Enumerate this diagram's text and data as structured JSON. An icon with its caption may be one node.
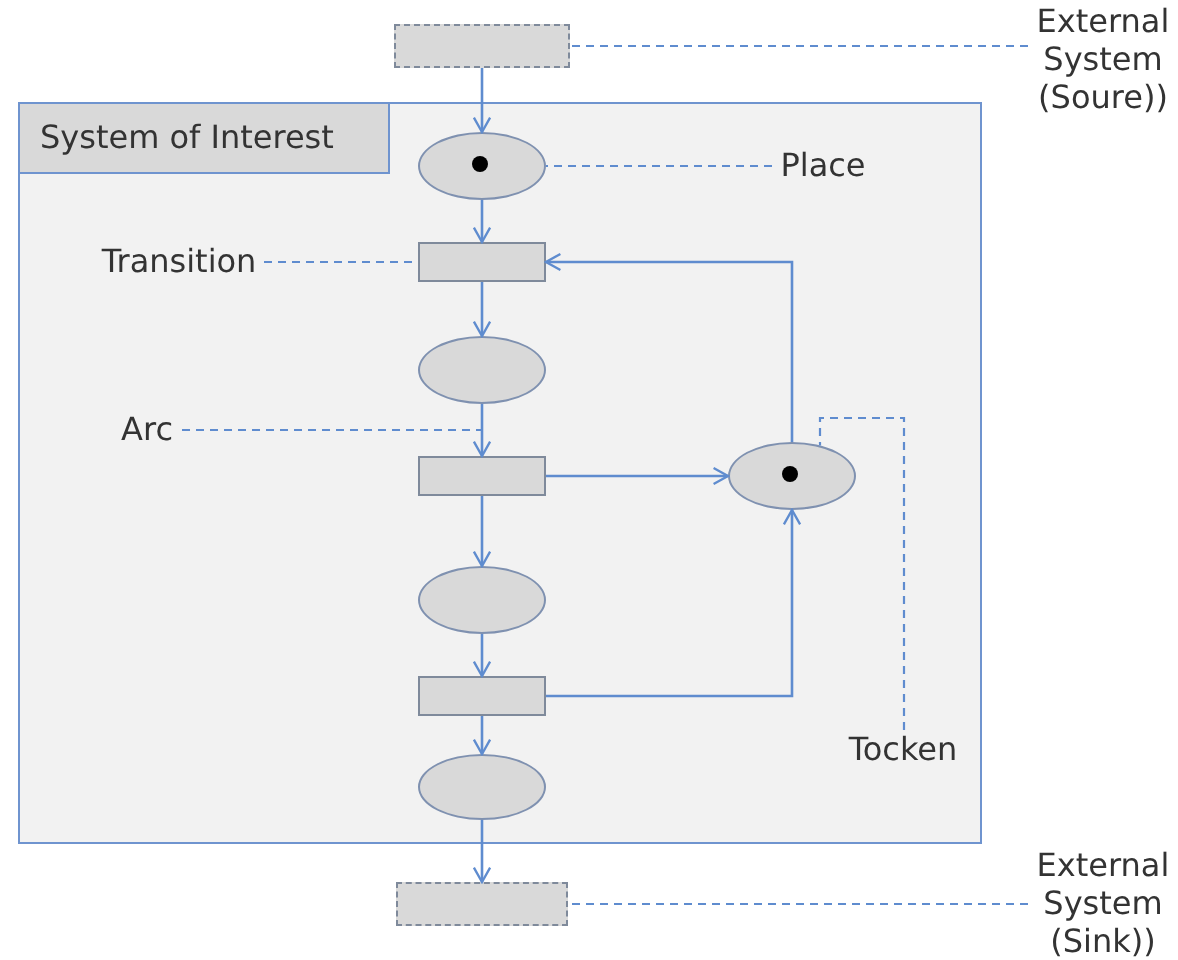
{
  "diagram": {
    "nodes": [
      {
        "text": [],
        "shape": "box"
      },
      {
        "text": [
          "External System (Soure))"
        ]
      },
      {
        "text": [
          "System of Interest"
        ]
      },
      {
        "text": [],
        "shape": "ellipse",
        "in": 2
      },
      {
        "text": [],
        "shape": "dot",
        "in": 3
      },
      {
        "text": [
          "Place"
        ],
        "in": 2
      },
      {
        "text": [
          "Transition"
        ],
        "in": 2
      },
      {
        "text": [],
        "shape": "box",
        "in": 2
      },
      {
        "text": [],
        "shape": "ellipse",
        "in": 2
      },
      {
        "text": [
          "Arc"
        ],
        "in": 2
      },
      {
        "text": [],
        "shape": "box",
        "in": 2
      },
      {
        "text": [],
        "shape": "ellipse",
        "in": 2
      },
      {
        "text": [],
        "shape": "dot",
        "in": 11
      },
      {
        "text": [],
        "shape": "ellipse",
        "in": 2
      },
      {
        "text": [],
        "shape": "box",
        "in": 2
      },
      {
        "text": [
          "Tocken"
        ],
        "in": 2
      },
      {
        "text": [],
        "shape": "ellipse",
        "in": 2
      },
      {
        "text": [],
        "shape": "box"
      },
      {
        "text": [
          "External System (Sink))"
        ]
      }
    ],
    "edges": [
      {
        "from": 0,
        "to": 3,
        "arrow": "to"
      },
      {
        "from": 3,
        "to": 7,
        "arrow": "to"
      },
      {
        "from": 7,
        "to": 8,
        "arrow": "to"
      },
      {
        "from": 8,
        "to": 10,
        "arrow": "to"
      },
      {
        "from": 10,
        "to": 11,
        "arrow": "to"
      },
      {
        "from": 10,
        "to": 13,
        "arrow": "to"
      },
      {
        "from": 13,
        "to": 14,
        "arrow": "to"
      },
      {
        "from": 14,
        "to": 11,
        "arrow": "to"
      },
      {
        "from": 11,
        "to": 7,
        "arrow": "to"
      },
      {
        "from": 14,
        "to": 16,
        "arrow": "to"
      },
      {
        "from": 16,
        "to": 17,
        "arrow": "to"
      },
      {
        "from": 1,
        "to": 0,
        "arrow": "none",
        "style": "dashed"
      },
      {
        "from": 5,
        "to": 3,
        "arrow": "none",
        "style": "dashed"
      },
      {
        "from": 6,
        "to": 7,
        "arrow": "none",
        "style": "dashed"
      },
      {
        "from": 9,
        "to": null,
        "arrow": "none",
        "style": "dashed"
      },
      {
        "from": 15,
        "to": 11,
        "arrow": "none",
        "style": "dashed"
      },
      {
        "from": 18,
        "to": 17,
        "arrow": "none",
        "style": "dashed"
      }
    ]
  }
}
